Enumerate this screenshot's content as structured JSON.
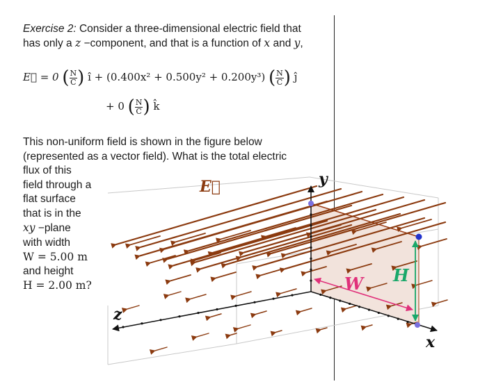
{
  "problem": {
    "title": "Exercise 2:",
    "intro_line1": "Consider a three-dimensional electric field that",
    "intro_line2_a": "has only a ",
    "intro_line2_z": "z",
    "intro_line2_b": " −component, and that is a function of ",
    "intro_line2_x": "x",
    "intro_line2_c": " and ",
    "intro_line2_y": "y",
    "intro_line2_d": ",",
    "body_line1": "This non-uniform field is shown in the figure below",
    "body_line2": "(represented as a vector field). What is the total electric",
    "side_lines": [
      "flux of this",
      "field through a",
      "flat surface",
      "that is in the"
    ],
    "side_plane_var": "xy",
    "side_plane_word": " −plane",
    "side_width_word": "with width",
    "side_width_value": "W = 5.00 m",
    "side_height_word": "and height",
    "side_height_value": "H = 2.00 m?"
  },
  "equation": {
    "lhs": "E⃗ = 0",
    "unit_num": "N",
    "unit_den": "C",
    "i_hat": "î +",
    "middle": "(0.400x² + 0.500y² + 0.200y³)",
    "j_hat": "ĵ",
    "plus_zero": "+ 0",
    "k_hat": "k̂"
  },
  "figure": {
    "label_E": "E⃗",
    "label_y": "y",
    "label_x": "x",
    "label_z": "z",
    "label_W": "W",
    "label_H": "H",
    "colors": {
      "arrow": "#8b3a0f",
      "plane_fill": "#f2e3dc",
      "plane_edge": "#9a3b12",
      "W_pink": "#e0307a",
      "H_green": "#1aa86a",
      "dot_blue": "#2233cc",
      "dot_violet": "#7a70e0",
      "box_gray": "#c8c8c8"
    }
  }
}
